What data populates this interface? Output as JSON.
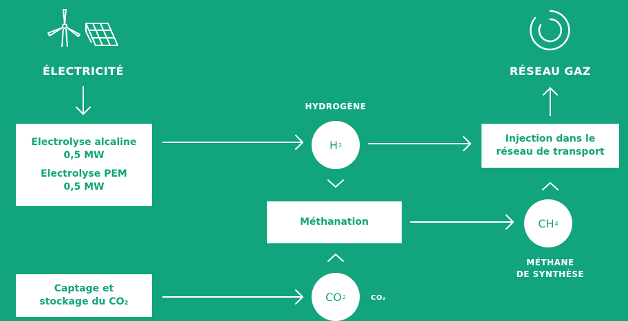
{
  "colors": {
    "background": "#12a47c",
    "foreground": "#ffffff",
    "accent_text": "#12a47c"
  },
  "icons": [
    "wind-turbine-icon",
    "solar-panel-icon",
    "gas-network-icon"
  ],
  "labels": {
    "electricity": "ÉLECTRICITÉ",
    "gas_network": "RÉSEAU GAZ",
    "hydrogen": "HYDROGÈNE",
    "methane_line1": "MÉTHANE",
    "methane_line2": "DE SYNTHÈSE",
    "co2_small": "CO₂"
  },
  "boxes": {
    "electrolysis": {
      "alkaline_line1": "Electrolyse alcaline",
      "alkaline_line2": "0,5 MW",
      "pem_line1": "Electrolyse PEM",
      "pem_line2": "0,5 MW"
    },
    "methanation": "Méthanation",
    "injection_line1": "Injection dans le",
    "injection_line2": "réseau de transport",
    "capture_line1": "Captage et",
    "capture_line2": "stockage du CO₂"
  },
  "nodes": {
    "h2": {
      "symbol": "H",
      "sub": "2"
    },
    "co2": {
      "symbol": "CO",
      "sub": "2"
    },
    "ch4": {
      "symbol": "CH",
      "sub": "4"
    }
  }
}
